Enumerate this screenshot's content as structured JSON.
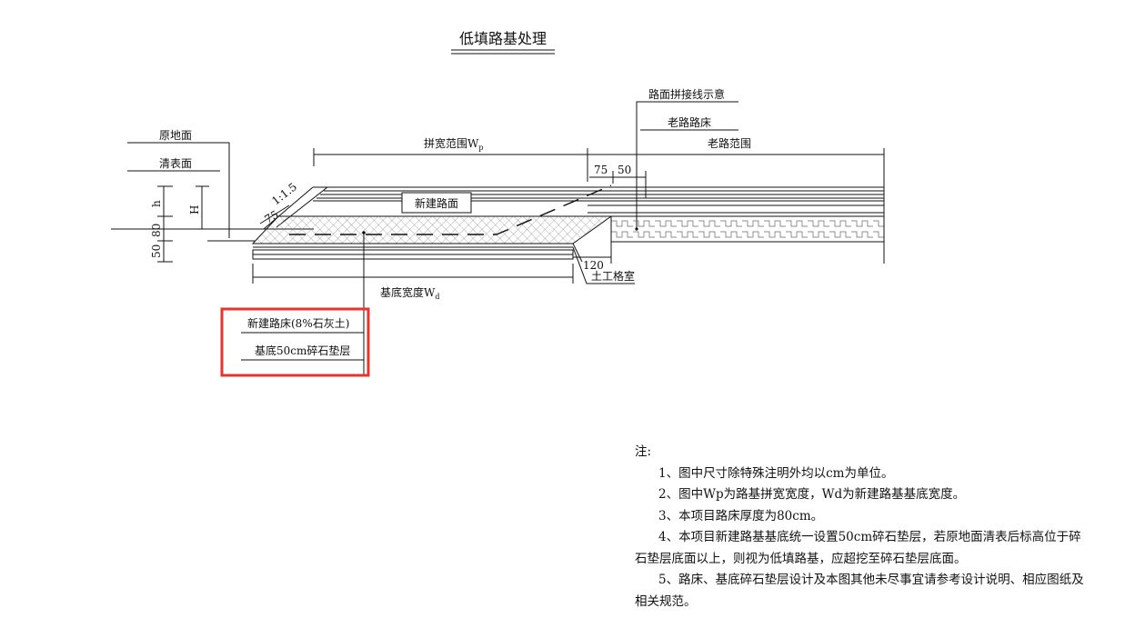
{
  "title": "低填路基处理",
  "labels": {
    "original_ground": "原地面",
    "cleared_surface": "清表面",
    "splice_line": "路面拼接线示意",
    "old_subgrade": "老路路床",
    "old_road_range": "老路范围",
    "widening_range": "拼宽范围W",
    "widening_range_sub": "p",
    "new_pavement": "新建路面",
    "geocell": "土工格室",
    "base_width": "基底宽度W",
    "base_width_sub": "d",
    "slope": "1:1.5",
    "legend_subgrade": "新建路床(8%石灰土)",
    "legend_gravel": "基底50cm碎石垫层"
  },
  "dimensions": {
    "d75_top": "75",
    "d50_top": "50",
    "d75_left": "75",
    "d120": "120",
    "h": "h",
    "H": "H",
    "d80": "80",
    "d50": "50"
  },
  "highlight_color": "#e8342a",
  "notes": {
    "heading": "注:",
    "items": [
      "1、图中尺寸除特殊注明外均以cm为单位。",
      "2、图中Wp为路基拼宽宽度，Wd为新建路基基底宽度。",
      "3、本项目路床厚度为80cm。",
      "4、本项目新建路基基底统一设置50cm碎石垫层，若原地面清表后标高位于碎石垫层底面以上，则视为低填路基，应超挖至碎石垫层底面。",
      "5、路床、基底碎石垫层设计及本图其他未尽事宜请参考设计说明、相应图纸及相关规范。"
    ]
  }
}
